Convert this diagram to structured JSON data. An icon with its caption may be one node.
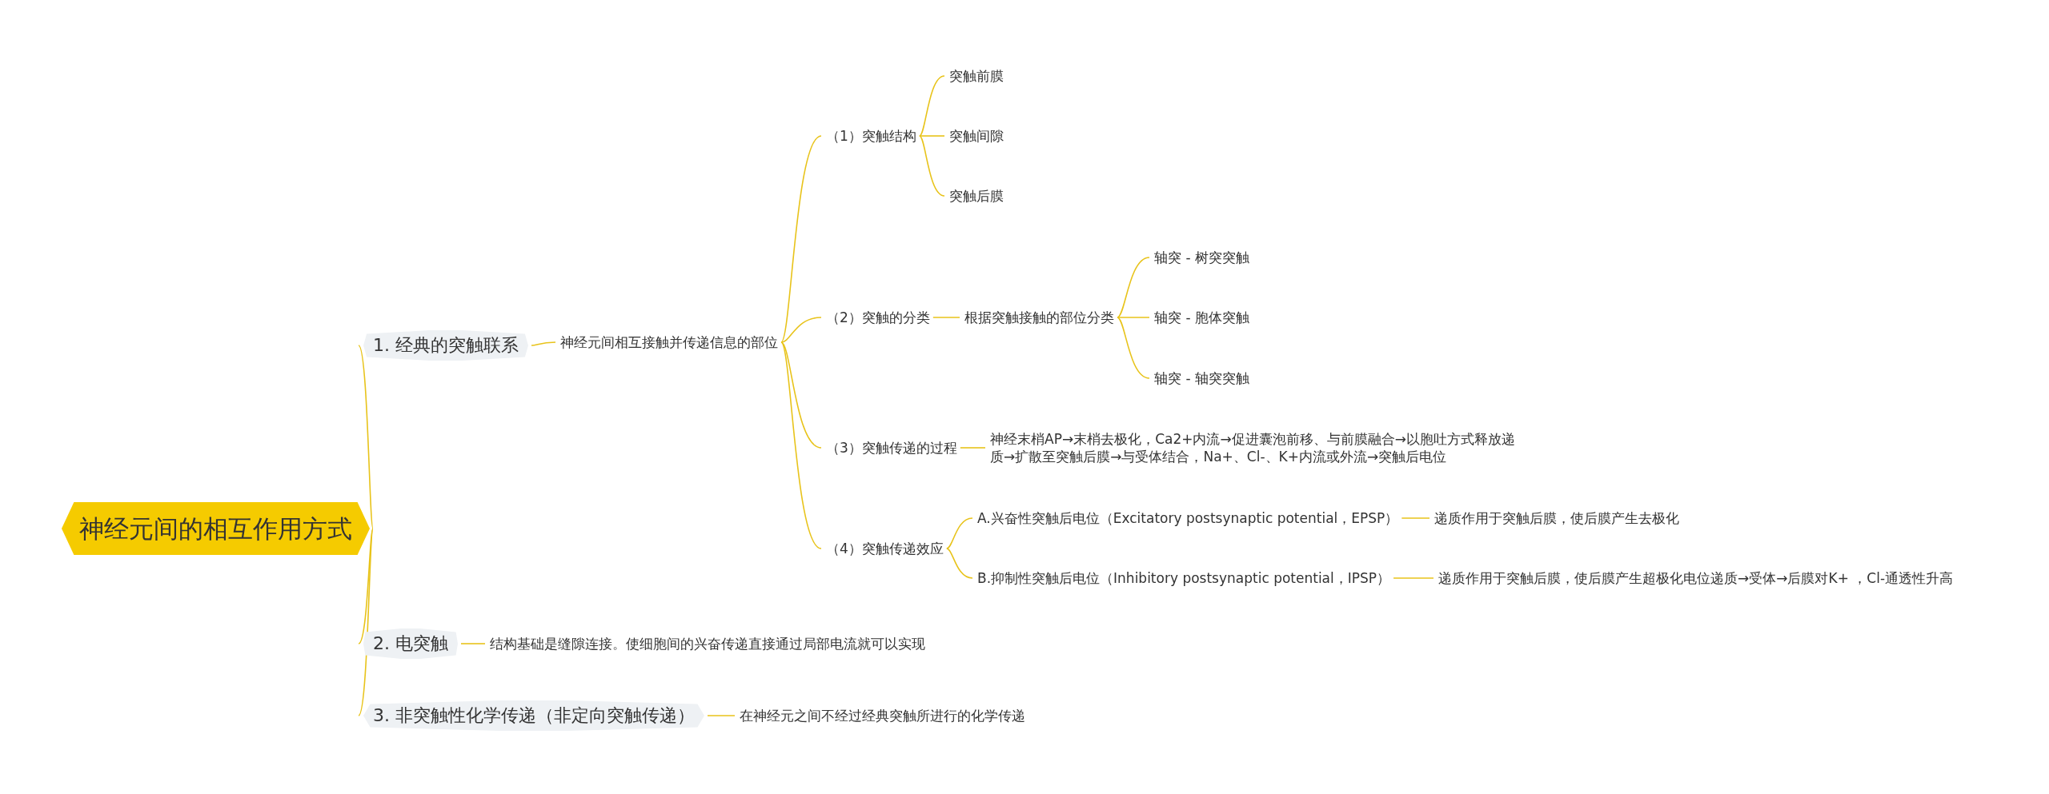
{
  "diagram": {
    "nodes": [
      {
        "text": [
          "神经元间的相互作用方式"
        ]
      },
      {
        "text": [
          "1. 经典的突触联系"
        ]
      },
      {
        "text": [
          "神经元间相互接触并传递信息的部位"
        ]
      },
      {
        "text": [
          "（1）突触结构"
        ]
      },
      {
        "text": [
          "突触前膜"
        ]
      },
      {
        "text": [
          "突触间隙"
        ]
      },
      {
        "text": [
          "突触后膜"
        ]
      },
      {
        "text": [
          "（2）突触的分类"
        ]
      },
      {
        "text": [
          "根据突触接触的部位分类"
        ]
      },
      {
        "text": [
          "轴突 - 树突突触"
        ]
      },
      {
        "text": [
          "轴突 - 胞体突触"
        ]
      },
      {
        "text": [
          "轴突 - 轴突突触"
        ]
      },
      {
        "text": [
          "（3）突触传递的过程"
        ]
      },
      {
        "text": [
          "神经末梢AP→末梢去极化，Ca2+内流→促进囊泡前移、与前膜融合→以胞吐方式释放递质→扩散至突触后膜→与受体结合，Na+、Cl-、K+内流或外流→突触后电位"
        ]
      },
      {
        "text": [
          "（4）突触传递效应"
        ]
      },
      {
        "text": [
          "A.兴奋性突触后电位（Excitatory postsynaptic potential，EPSP）"
        ]
      },
      {
        "text": [
          "递质作用于突触后膜，使后膜产生去极化"
        ]
      },
      {
        "text": [
          "B.抑制性突触后电位（Inhibitory postsynaptic potential，IPSP）"
        ]
      },
      {
        "text": [
          "递质作用于突触后膜，使后膜产生超极化电位递质→受体→后膜对K+ ，Cl-通透性升高"
        ]
      },
      {
        "text": [
          "2. 电突触"
        ]
      },
      {
        "text": [
          "结构基础是缝隙连接。使细胞间的兴奋传递直接通过局部电流就可以实现"
        ]
      },
      {
        "text": [
          "3. 非突触性化学传递（非定向突触传递）"
        ]
      },
      {
        "text": [
          "在神经元之间不经过经典突触所进行的化学传递"
        ]
      }
    ],
    "edges": [
      {
        "from": 0,
        "to": 1,
        "arrow": "none"
      },
      {
        "from": 1,
        "to": 2,
        "arrow": "none"
      },
      {
        "from": 2,
        "to": 3,
        "arrow": "none"
      },
      {
        "from": 3,
        "to": 4,
        "arrow": "none"
      },
      {
        "from": 3,
        "to": 5,
        "arrow": "none"
      },
      {
        "from": 3,
        "to": 6,
        "arrow": "none"
      },
      {
        "from": 2,
        "to": 7,
        "arrow": "none"
      },
      {
        "from": 7,
        "to": 8,
        "arrow": "none"
      },
      {
        "from": 8,
        "to": 9,
        "arrow": "none"
      },
      {
        "from": 8,
        "to": 10,
        "arrow": "none"
      },
      {
        "from": 8,
        "to": 11,
        "arrow": "none"
      },
      {
        "from": 2,
        "to": 12,
        "arrow": "none"
      },
      {
        "from": 12,
        "to": 13,
        "arrow": "none"
      },
      {
        "from": 2,
        "to": 14,
        "arrow": "none"
      },
      {
        "from": 14,
        "to": 15,
        "arrow": "none"
      },
      {
        "from": 15,
        "to": 16,
        "arrow": "none"
      },
      {
        "from": 14,
        "to": 17,
        "arrow": "none"
      },
      {
        "from": 17,
        "to": 18,
        "arrow": "none"
      },
      {
        "from": 0,
        "to": 19,
        "arrow": "none"
      },
      {
        "from": 19,
        "to": 20,
        "arrow": "none"
      },
      {
        "from": 0,
        "to": 21,
        "arrow": "none"
      },
      {
        "from": 21,
        "to": 22,
        "arrow": "none"
      }
    ]
  }
}
